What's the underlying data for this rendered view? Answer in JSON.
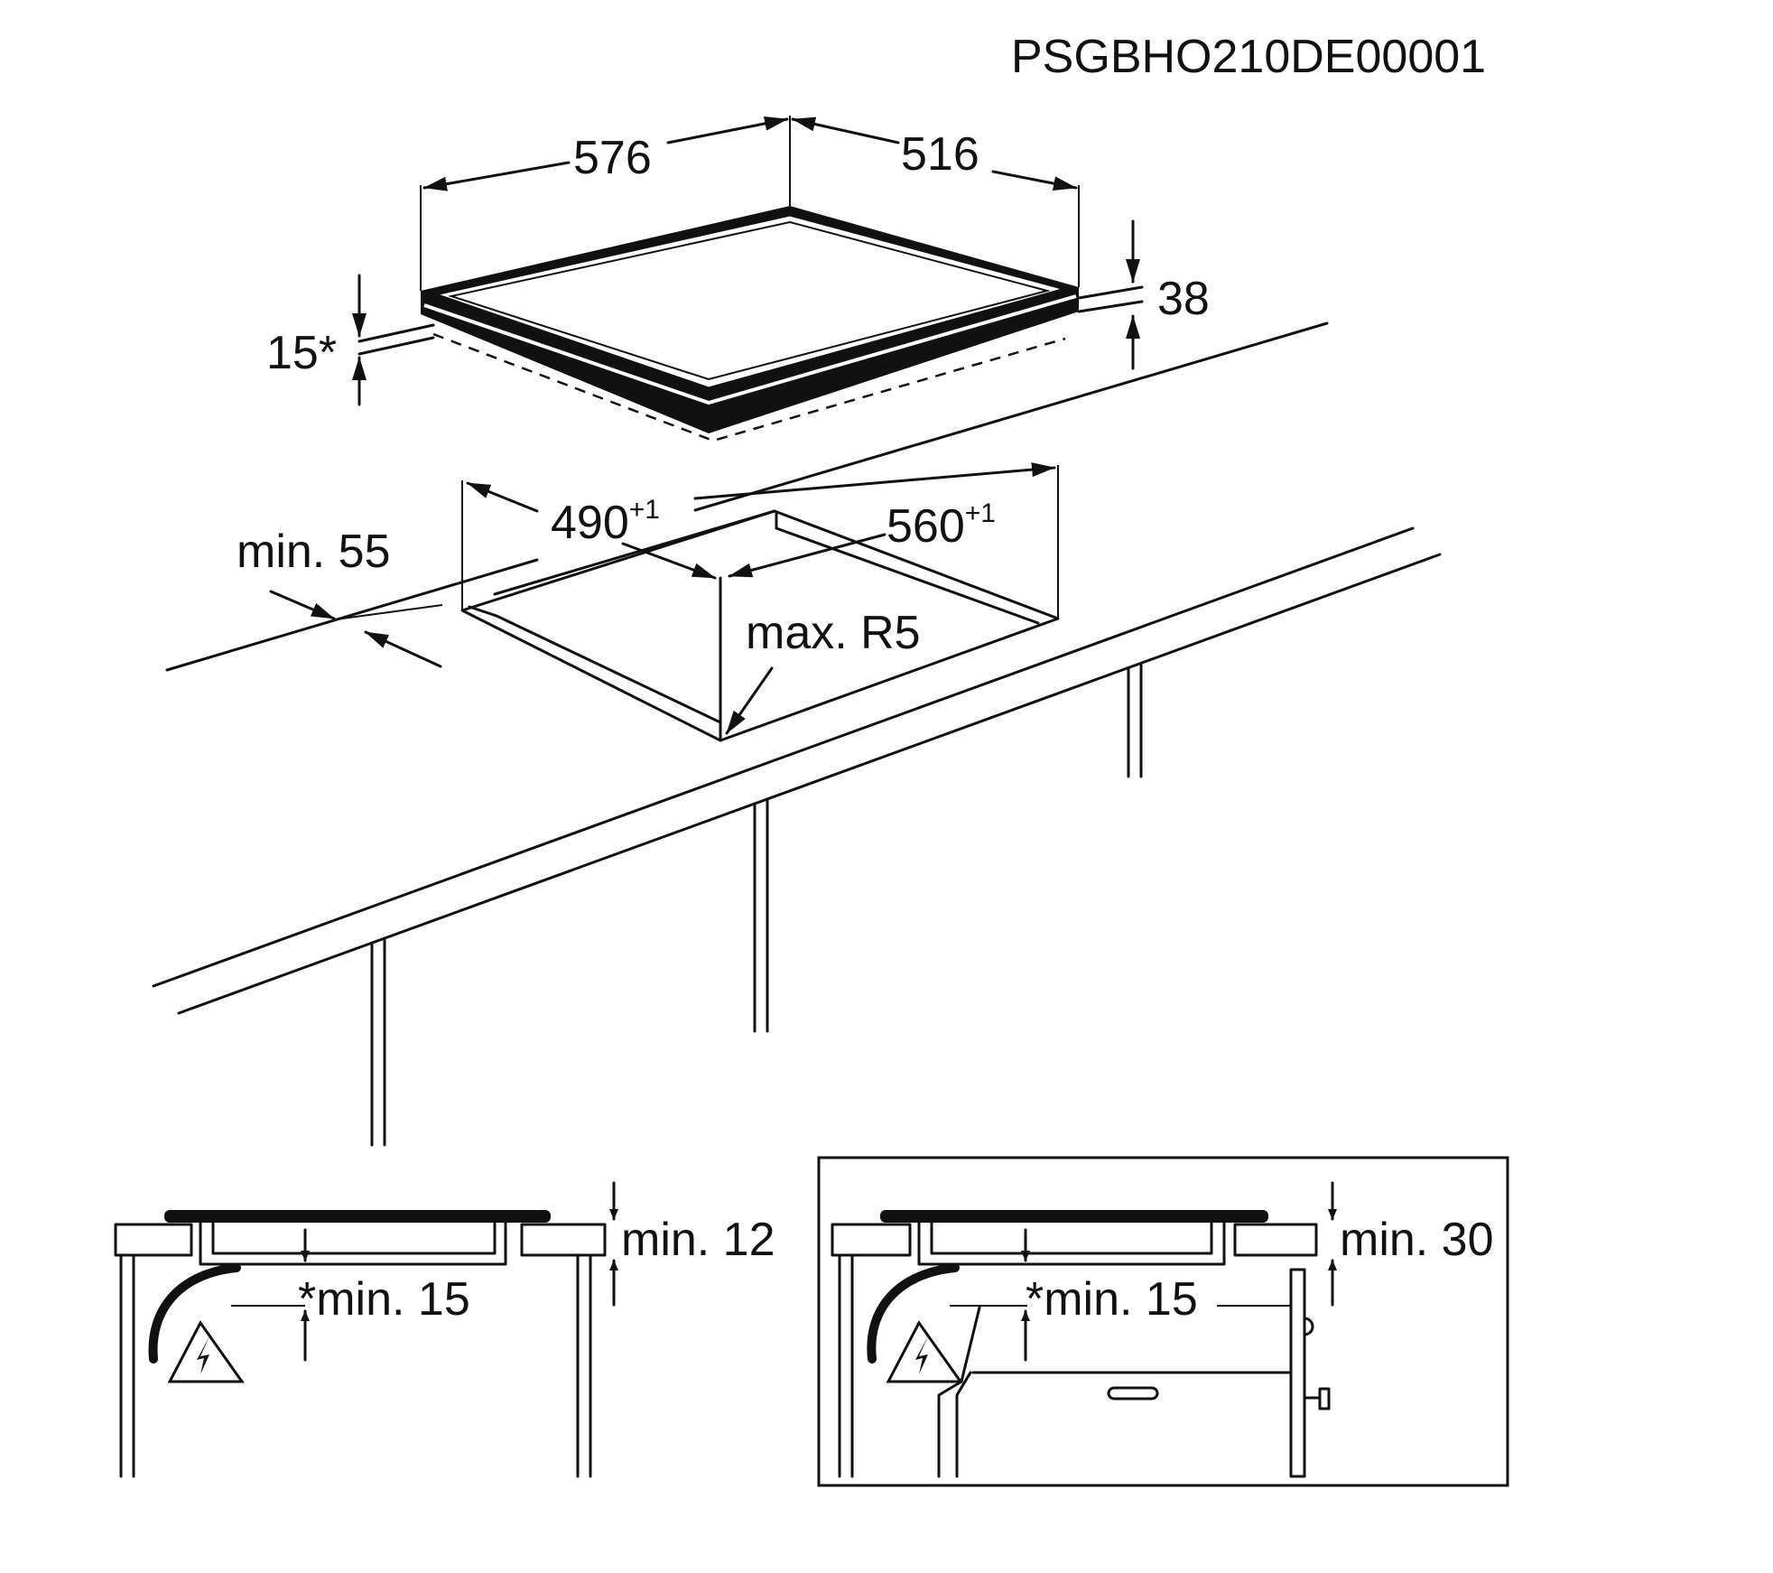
{
  "document_code": "PSGBHO210DE00001",
  "hob_dimensions": {
    "width": "576",
    "depth": "516",
    "height": "38",
    "frame_thickness": "15*"
  },
  "cutout_dimensions": {
    "depth_value": "490",
    "depth_tolerance": "+1",
    "width_value": "560",
    "width_tolerance": "+1",
    "wall_distance": "min. 55",
    "corner_radius": "max. R5"
  },
  "section_left": {
    "top_clearance": "min. 12",
    "bottom_clearance": "*min. 15"
  },
  "section_right": {
    "top_clearance": "min. 30",
    "bottom_clearance": "*min. 15"
  },
  "icons": {
    "warning": "electrical-hazard-triangle"
  }
}
